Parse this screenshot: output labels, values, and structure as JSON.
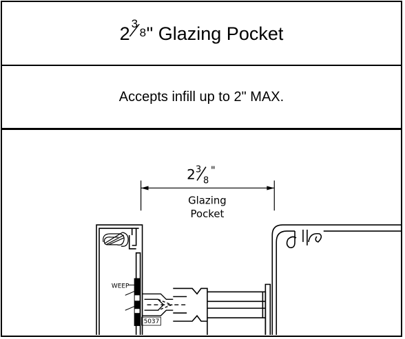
{
  "header": {
    "title_whole": "2",
    "title_numerator": "3",
    "title_denominator": "8",
    "title_rest": "\" Glazing Pocket"
  },
  "subheader": {
    "text": "Accepts infill up to 2\" MAX."
  },
  "drawing": {
    "dimension_whole": "2",
    "dimension_numerator": "3",
    "dimension_denominator": "8",
    "dimension_mark": "\"",
    "dimension_label_line1": "Glazing",
    "dimension_label_line2": "Pocket",
    "callout_weep": "WEEP",
    "callout_part": "5037"
  }
}
